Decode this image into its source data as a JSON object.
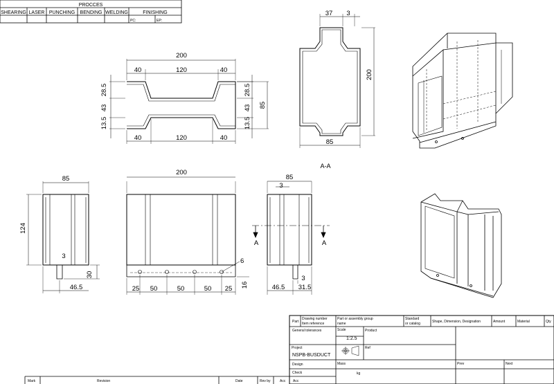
{
  "process_table": {
    "title": "PROCCES",
    "columns": [
      "SHEARING",
      "LASER",
      "PUNCHING",
      "BENDING",
      "WELDING",
      "FINISHING"
    ],
    "pc_label": "PC:",
    "ep_label": "EP:"
  },
  "front_view": {
    "overall_width": "200",
    "top_left": "40",
    "top_mid": "120",
    "top_right": "40",
    "bottom_left": "40",
    "bottom_mid": "120",
    "bottom_right": "40",
    "left_upper": "28.5",
    "left_mid": "43",
    "left_lower": "13.5",
    "right_upper": "28.5",
    "right_mid": "43",
    "right_lower": "13.5",
    "right_overall": "85"
  },
  "section_view": {
    "top_a": "37",
    "top_b": "3",
    "height": "200",
    "width": "85",
    "label": "A-A"
  },
  "side_view_left": {
    "width": "85",
    "height": "124",
    "tab": "3",
    "foot_height": "30",
    "foot_offset": "46.5"
  },
  "bottom_view": {
    "width": "200",
    "hole_dims": [
      "25",
      "50",
      "50",
      "50",
      "25"
    ],
    "hole_dia": "6",
    "thickness": "16"
  },
  "side_view_right": {
    "width": "85",
    "top": "3",
    "tab": "3",
    "bottom_a": "46.5",
    "bottom_b": "31.5",
    "section_mark": "A"
  },
  "title_block": {
    "part": "Part",
    "drawing_number": "Drawing number",
    "item_reference": "Item reference",
    "part_group": "Part or assembly group",
    "name": "name",
    "standard": "Standard",
    "or_catalog": "or catalog",
    "shape": "Shape, Dimension, Designation",
    "amount": "Amount",
    "material": "Material",
    "qty": "Qty",
    "general_tolerances": "General tolerances",
    "scale_label": "Scale",
    "scale_value": "1:2.5",
    "product": "Product",
    "project_label": "Project",
    "project_value": "NSPB-BUSDUCT",
    "ref": "Ref",
    "design": "Design",
    "mass": "Mass",
    "kg": "kg",
    "prev": "Prev",
    "next": "Next",
    "check": "Check",
    "mark": "Mark",
    "revision": "Revision",
    "date": "Date",
    "rev_by": "Rev by",
    "acc": "Acc"
  }
}
